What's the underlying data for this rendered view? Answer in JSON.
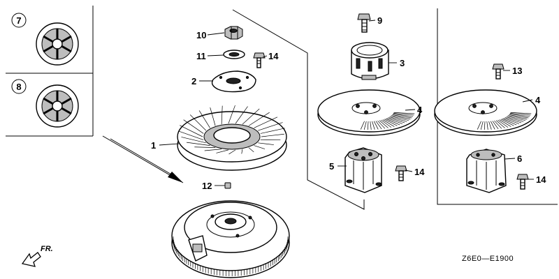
{
  "diagram": {
    "reference_code": "Z6E0—E1900",
    "direction_label": "FR.",
    "insets": [
      {
        "number": "7"
      },
      {
        "number": "8"
      }
    ],
    "callouts": {
      "c1": "1",
      "c2": "2",
      "c3": "3",
      "c4a": "4",
      "c4b": "4",
      "c5": "5",
      "c6": "6",
      "c9": "9",
      "c10": "10",
      "c11": "11",
      "c12": "12",
      "c13": "13",
      "c14a": "14",
      "c14b": "14",
      "c14c": "14"
    },
    "colors": {
      "line": "#000000",
      "background": "#ffffff"
    }
  }
}
